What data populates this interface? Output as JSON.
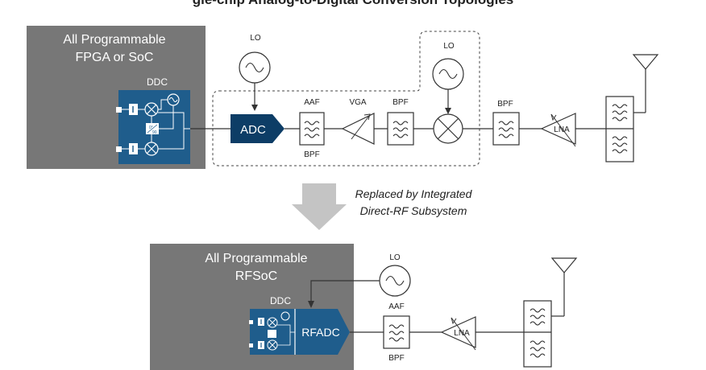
{
  "header": {
    "title": "gle-chip Analog-to-Digital Conversion Topologies"
  },
  "top": {
    "soc_title_line1": "All Programmable",
    "soc_title_line2": "FPGA or SoC",
    "ddc_label": "DDC",
    "phase_label_top": "0°",
    "phase_label_bottom": "90",
    "lo_left": "LO",
    "lo_right": "LO",
    "adc_label": "ADC",
    "aaf_label": "AAF",
    "aaf_sub_label": "BPF",
    "vga_label": "VGA",
    "bpf1_label": "BPF",
    "bpf2_label": "BPF",
    "lna_label": "LNA"
  },
  "transition": {
    "line1": "Replaced by Integrated",
    "line2": "Direct-RF Subsystem"
  },
  "bottom": {
    "soc_title_line1": "All Programmable",
    "soc_title_line2": "RFSoC",
    "ddc_label": "DDC",
    "lo_label": "LO",
    "rfadc_label": "RFADC",
    "aaf_label": "AAF",
    "aaf_sub_label": "BPF",
    "lna_label": "LNA"
  },
  "colors": {
    "soc_gray": "#777777",
    "block_blue": "#1f5d8c",
    "adc_dark_blue": "#0d3d66",
    "arrow_gray": "#c4c4c4"
  }
}
